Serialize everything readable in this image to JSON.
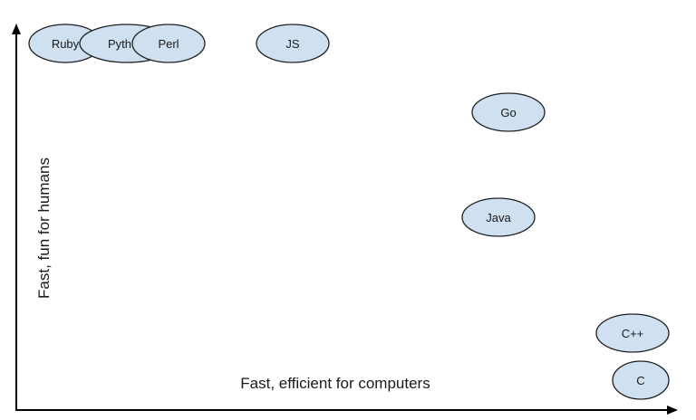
{
  "diagram": {
    "x_axis_label": "Fast, efficient for computers",
    "y_axis_label": "Fast, fun for humans",
    "colors": {
      "bubble_fill": "#cfe0f1",
      "bubble_stroke": "#1f1f1f",
      "axis": "#000000",
      "text": "#1a1a1a"
    },
    "languages": [
      {
        "id": "ruby",
        "label": "Ruby"
      },
      {
        "id": "python",
        "label": "Pyth"
      },
      {
        "id": "perl",
        "label": "Perl"
      },
      {
        "id": "js",
        "label": "JS"
      },
      {
        "id": "go",
        "label": "Go"
      },
      {
        "id": "java",
        "label": "Java"
      },
      {
        "id": "cpp",
        "label": "C++"
      },
      {
        "id": "c",
        "label": "C"
      }
    ]
  }
}
